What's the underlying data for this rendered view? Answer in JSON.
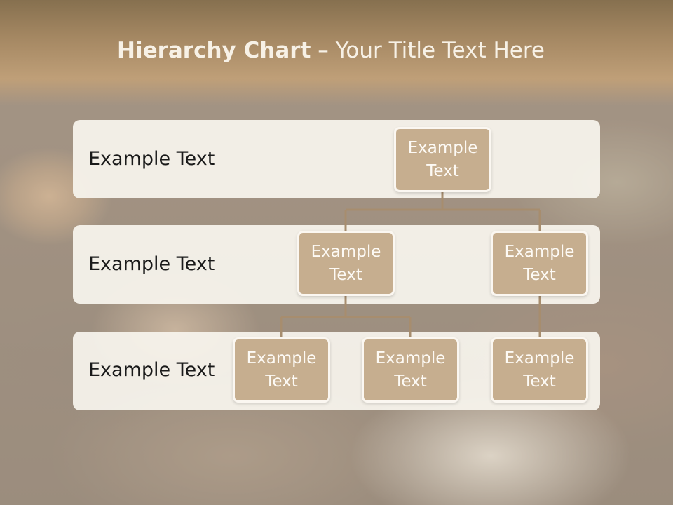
{
  "slide": {
    "title_bold": "Hierarchy Chart",
    "title_separator": " – ",
    "title_rest": "Your Title Text Here"
  },
  "rows": [
    {
      "label": "Example Text"
    },
    {
      "label": "Example Text"
    },
    {
      "label": "Example Text"
    }
  ],
  "nodes": {
    "root": "Example Text",
    "level2": [
      "Example Text",
      "Example Text"
    ],
    "level3": [
      "Example Text",
      "Example Text",
      "Example Text"
    ]
  },
  "colors": {
    "node_fill": "#c6ae8f",
    "node_border": "#fbf7f1",
    "connector": "#a78d6e",
    "band": "#f7f3ec",
    "header": "#a48762"
  }
}
